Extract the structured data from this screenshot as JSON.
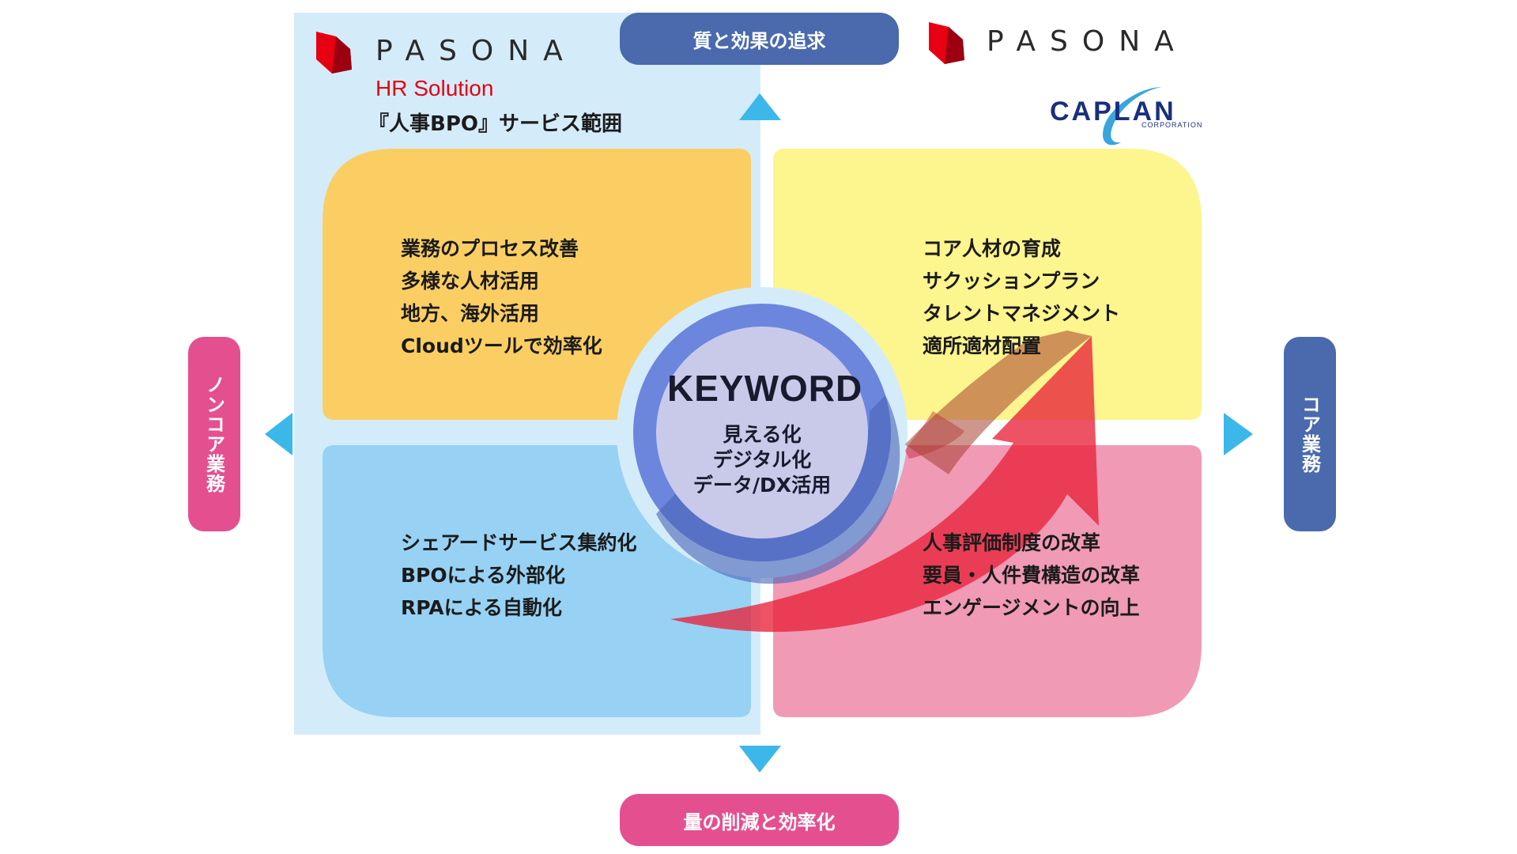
{
  "axes": {
    "top_label": "質と効果の追求",
    "bottom_label": "量の削減と効率化",
    "left_label": "ノンコア業務",
    "right_label": "コア業務"
  },
  "left_brand": {
    "wordmark": "PASONA",
    "division": "HR Solution",
    "scope_title": "『人事BPO』サービス範囲"
  },
  "right_brand": {
    "wordmark": "PASONA",
    "partner": "CAPLAN",
    "partner_sub": "CORPORATION"
  },
  "center": {
    "title": "KEYWORD",
    "items": [
      "見える化",
      "デジタル化",
      "データ/DX活用"
    ]
  },
  "quadrants": {
    "top_left": [
      "業務のプロセス改善",
      "多様な人材活用",
      "地方、海外活用",
      "Cloudツールで効率化"
    ],
    "top_right": [
      "コア人材の育成",
      "サクッションプラン",
      "タレントマネジメント",
      "適所適材配置"
    ],
    "bottom_left": [
      "シェアードサービス集約化",
      "BPOによる外部化",
      "RPAによる自動化"
    ],
    "bottom_right": [
      "人事評価制度の改革",
      "要員・人件費構造の改革",
      "エンゲージメントの向上"
    ]
  },
  "colors": {
    "scope_panel": "#d4ecfa",
    "q_top_left": "#fbce64",
    "q_top_right": "#fdf58d",
    "q_bottom_left": "#97d2f4",
    "q_bottom_right": "#f09ab6",
    "pill_blue": "#4a6aad",
    "pill_pink": "#e4508f",
    "arrow_cyan": "#3cb7ea",
    "arrow_red": "#e8233a",
    "brand_red": "#e60012"
  },
  "icons": [
    "pasona-logo-icon",
    "triangle-up-icon",
    "triangle-down-icon",
    "triangle-left-icon",
    "triangle-right-icon",
    "curved-arrow-icon"
  ]
}
